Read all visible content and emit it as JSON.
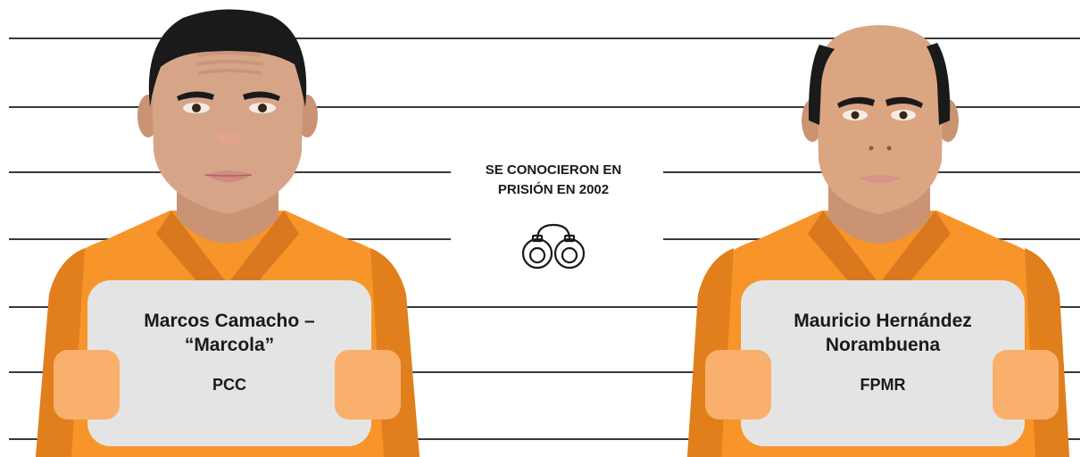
{
  "caption": {
    "line1": "SE CONOCIERON EN",
    "line2": "PRISIÓN EN 2002"
  },
  "left_person": {
    "name_line1": "Marcos Camacho –",
    "name_line2": "“Marcola”",
    "group": "PCC"
  },
  "right_person": {
    "name_line1": "Mauricio Hernández",
    "name_line2": "Norambuena",
    "group": "FPMR"
  },
  "icons": [
    "handcuffs-icon"
  ],
  "colors": {
    "jumpsuit": "#f7952a",
    "jumpsuit_shadow": "#e07f1c",
    "skin": "#d6a588",
    "hand": "#f8b06c",
    "sign_board": "#e4e4e4",
    "hair": "#1a1a1a",
    "lineup_lines": "#3a3a3a",
    "text": "#1a1a1a"
  }
}
